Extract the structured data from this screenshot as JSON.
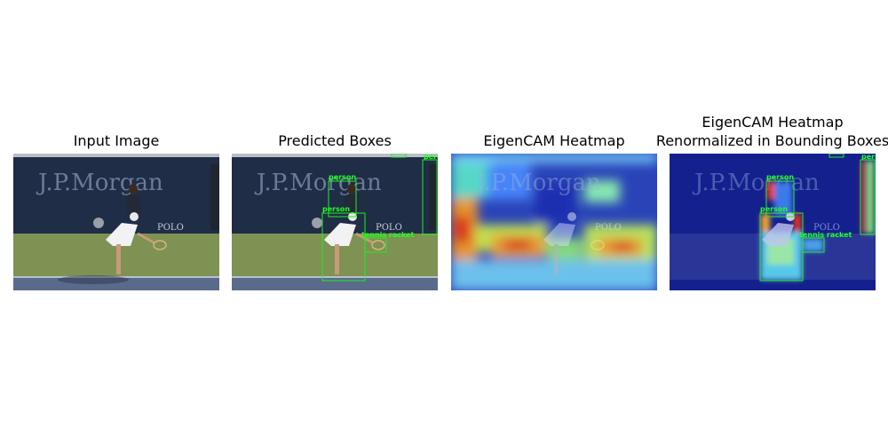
{
  "panels": [
    {
      "title": "Input Image"
    },
    {
      "title": "Predicted Boxes"
    },
    {
      "title": "EigenCAM Heatmap"
    },
    {
      "title_line1": "EigenCAM Heatmap",
      "title_line2": "Renormalized in Bounding Boxes"
    }
  ],
  "scene": {
    "banner_text": "J.P.Morgan",
    "sign_text": "POLO"
  },
  "detections": [
    {
      "label": "person"
    },
    {
      "label": "person"
    },
    {
      "label": "tennis racket"
    },
    {
      "label": "person"
    }
  ],
  "colors": {
    "wall": "#1e2c45",
    "court": "#7e9253",
    "box": "#22ee22"
  }
}
